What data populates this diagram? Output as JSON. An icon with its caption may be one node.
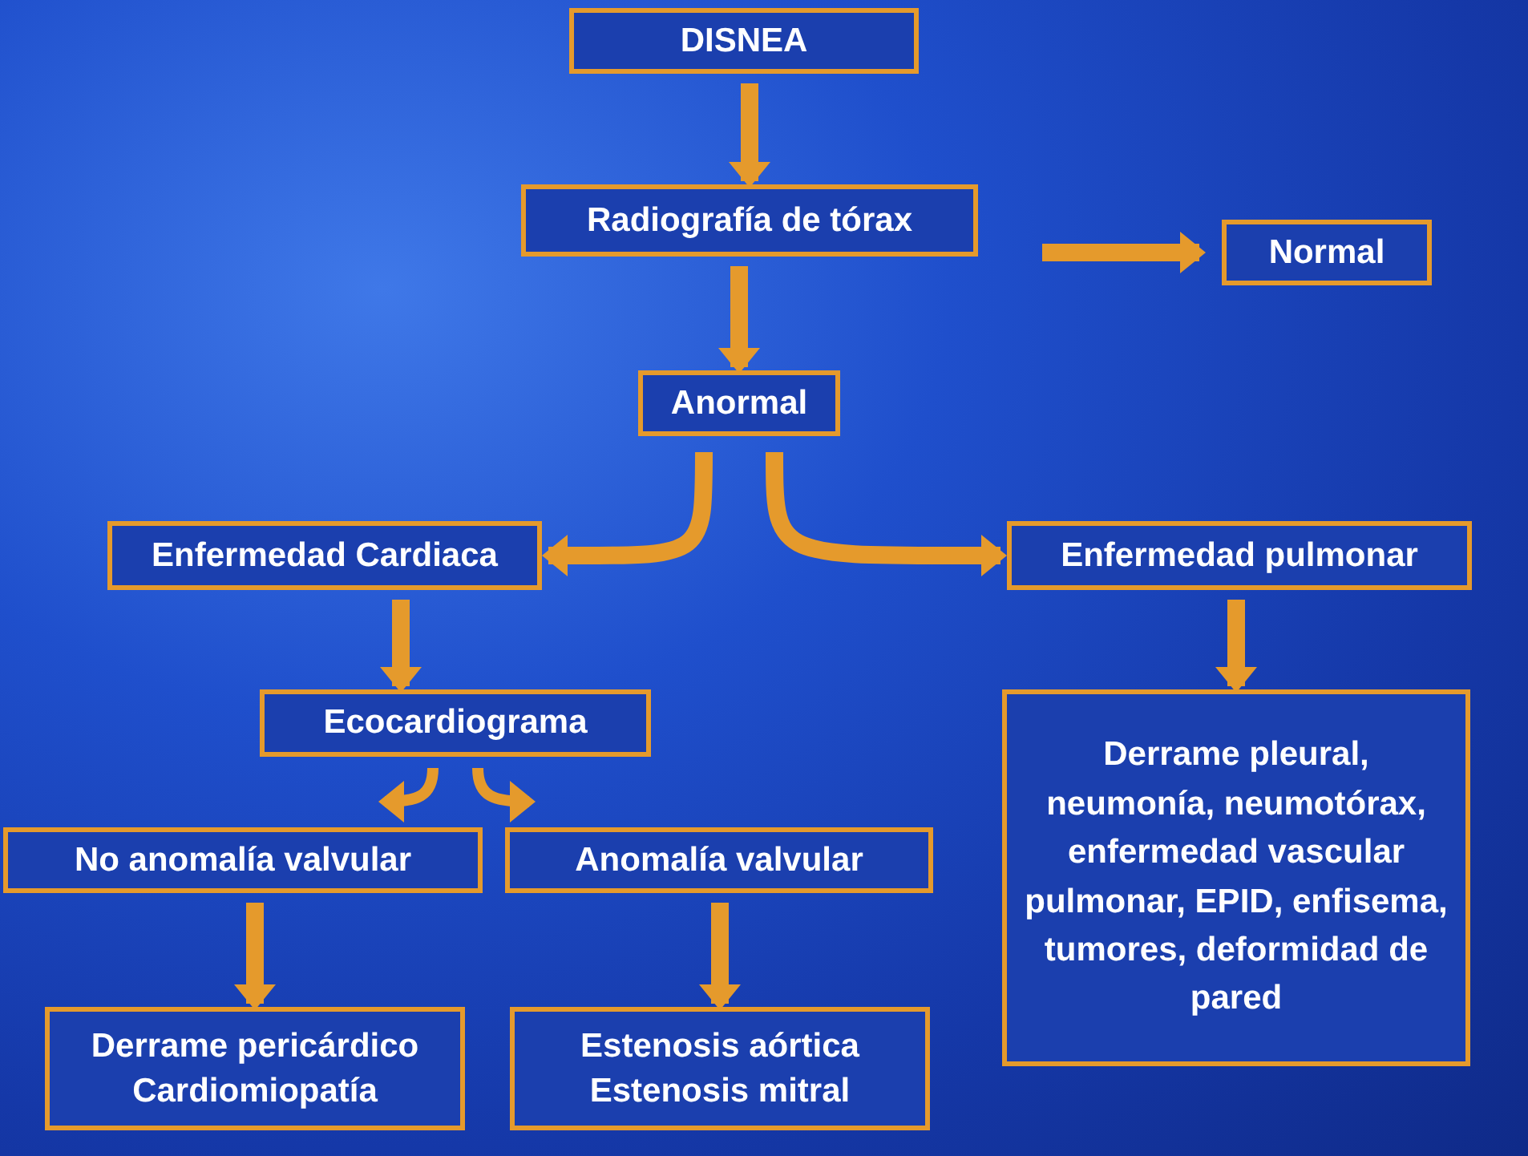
{
  "diagram": {
    "nodes": [
      {
        "text": [
          "DISNEA"
        ]
      },
      {
        "text": [
          "Radiografía de tórax"
        ]
      },
      {
        "text": [
          "Normal"
        ]
      },
      {
        "text": [
          "Anormal"
        ]
      },
      {
        "text": [
          "Enfermedad Cardiaca"
        ]
      },
      {
        "text": [
          "Enfermedad pulmonar"
        ]
      },
      {
        "text": [
          "Ecocardiograma"
        ]
      },
      {
        "text": [
          "No anomalía valvular"
        ]
      },
      {
        "text": [
          "Anomalía valvular"
        ]
      },
      {
        "text": [
          "Derrame pericárdico Cardiomiopatía"
        ]
      },
      {
        "text": [
          "Estenosis aórtica Estenosis mitral"
        ]
      },
      {
        "text": [
          "Derrame pleural, neumonía, neumotórax, enfermedad vascular pulmonar, EPID, enfisema, tumores, deformidad de pared"
        ]
      }
    ],
    "edges": [
      {
        "from": 0,
        "to": 1,
        "arrow": "to"
      },
      {
        "from": 1,
        "to": 2,
        "arrow": "to"
      },
      {
        "from": 1,
        "to": 3,
        "arrow": "to"
      },
      {
        "from": 3,
        "to": 4,
        "arrow": "to"
      },
      {
        "from": 3,
        "to": 5,
        "arrow": "to"
      },
      {
        "from": 4,
        "to": 6,
        "arrow": "to"
      },
      {
        "from": 6,
        "to": 7,
        "arrow": "to"
      },
      {
        "from": 6,
        "to": 8,
        "arrow": "to"
      },
      {
        "from": 7,
        "to": 9,
        "arrow": "to"
      },
      {
        "from": 8,
        "to": 10,
        "arrow": "to"
      },
      {
        "from": 5,
        "to": 11,
        "arrow": "to"
      }
    ]
  }
}
